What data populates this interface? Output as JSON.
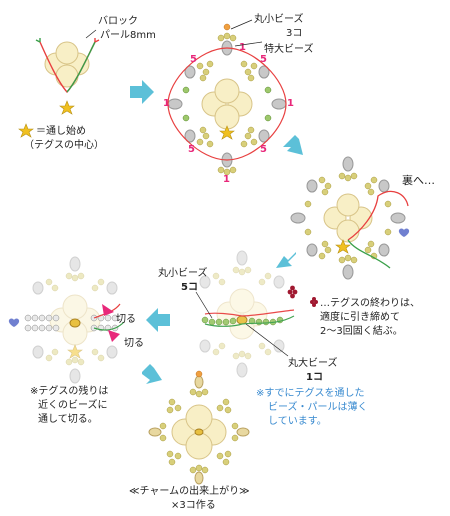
{
  "labels": {
    "baroque_pearl": "バロック\nパール8mm",
    "start_legend": "＝通し始め\n（テグスの中心）",
    "small_bead": "丸小ビーズ",
    "small_bead_count": "3コ",
    "extra_large_bead": "特大ビーズ",
    "to_back": "裏へ…",
    "small_bead_2": "丸小ビーズ",
    "small_bead_2_count": "5コ",
    "end_note": "…テグスの終わりは、\n適度に引き締めて\n2〜3回固く結ぶ。",
    "large_bead": "丸大ビーズ",
    "large_bead_count": "1コ",
    "blue_note": "※すでにテグスを通した\nビーズ・パールは薄く\nしています。",
    "cut_1": "切る",
    "cut_2": "切る",
    "leftover_note": "※テグスの残りは\n近くのビーズに\n通して切る。",
    "finished_caption": "≪チャームの出来上がり≫",
    "make_count": "×3コ作る"
  },
  "step2_numbers": [
    "5",
    "5",
    "5",
    "5",
    "1",
    "1",
    "1",
    "1"
  ],
  "colors": {
    "pearl": "#f8efc6",
    "pearl_stroke": "#d8c488",
    "seed": "#d8cf7a",
    "green_seed": "#9ec86c",
    "gray_bead": "#c8c8c8",
    "pink": "#e8287a",
    "arrow_blue": "#5cc0d8",
    "line_red": "#e84040",
    "line_green": "#3aa04a",
    "text_blue": "#3a8bd0",
    "star": "#f0c020",
    "heart": "#7080d0"
  }
}
